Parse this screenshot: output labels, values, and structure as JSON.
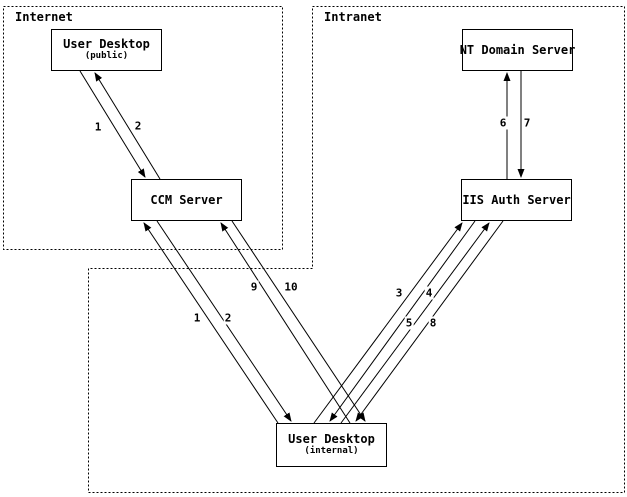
{
  "regions": {
    "internet": {
      "label": "Internet"
    },
    "intranet": {
      "label": "Intranet"
    }
  },
  "nodes": {
    "user_desktop_public": {
      "title": "User Desktop",
      "subtitle": "(public)"
    },
    "nt_domain_server": {
      "title": "NT Domain Server"
    },
    "ccm_server": {
      "title": "CCM Server"
    },
    "iis_auth_server": {
      "title": "IIS Auth Server"
    },
    "user_desktop_internal": {
      "title": "User Desktop",
      "subtitle": "(internal)"
    }
  },
  "edges": [
    {
      "label": "1",
      "from": "user-desktop-public",
      "to": "ccm-server"
    },
    {
      "label": "2",
      "from": "ccm-server",
      "to": "user-desktop-public"
    },
    {
      "label": "6",
      "from": "iis-auth-server",
      "to": "nt-domain-server"
    },
    {
      "label": "7",
      "from": "nt-domain-server",
      "to": "iis-auth-server"
    },
    {
      "label": "1",
      "from": "user-desktop-internal",
      "to": "ccm-server"
    },
    {
      "label": "2",
      "from": "ccm-server",
      "to": "user-desktop-internal"
    },
    {
      "label": "9",
      "from": "user-desktop-internal",
      "to": "ccm-server"
    },
    {
      "label": "10",
      "from": "ccm-server",
      "to": "user-desktop-internal"
    },
    {
      "label": "3",
      "from": "user-desktop-internal",
      "to": "iis-auth-server"
    },
    {
      "label": "4",
      "from": "iis-auth-server",
      "to": "user-desktop-internal"
    },
    {
      "label": "5",
      "from": "user-desktop-internal",
      "to": "iis-auth-server"
    },
    {
      "label": "8",
      "from": "iis-auth-server",
      "to": "user-desktop-internal"
    }
  ],
  "colors": {
    "line": "#000000",
    "background": "#ffffff"
  }
}
